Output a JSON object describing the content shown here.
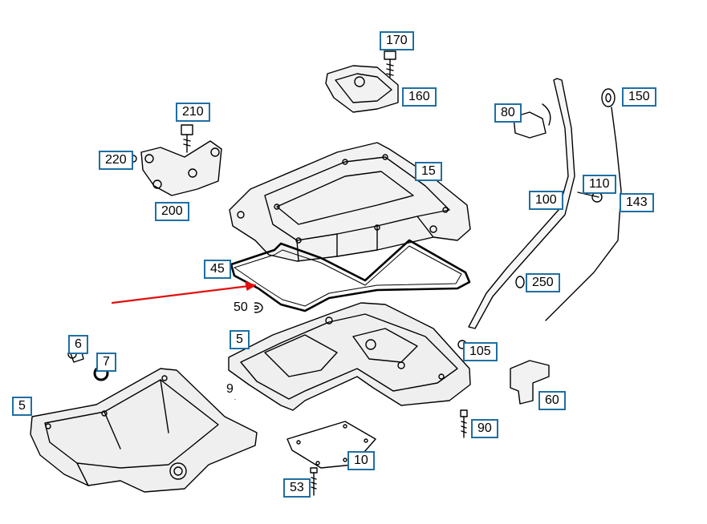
{
  "diagram": {
    "callouts": {
      "c170": "170",
      "c160": "160",
      "c210": "210",
      "c220": "220",
      "c200": "200",
      "c80": "80",
      "c150": "150",
      "c15": "15",
      "c110": "110",
      "c100": "100",
      "c143": "143",
      "c45": "45",
      "c250": "250",
      "c50": "50",
      "c105": "105",
      "c6": "6",
      "c7": "7",
      "c5a": "5",
      "c9": "9",
      "c5b": "5",
      "c60": "60",
      "c90": "90",
      "c10": "10",
      "c53": "53"
    },
    "colors": {
      "callout_border": "#1f6fa3",
      "pointer_arrow": "#e01010",
      "line_art": "#000000"
    }
  }
}
